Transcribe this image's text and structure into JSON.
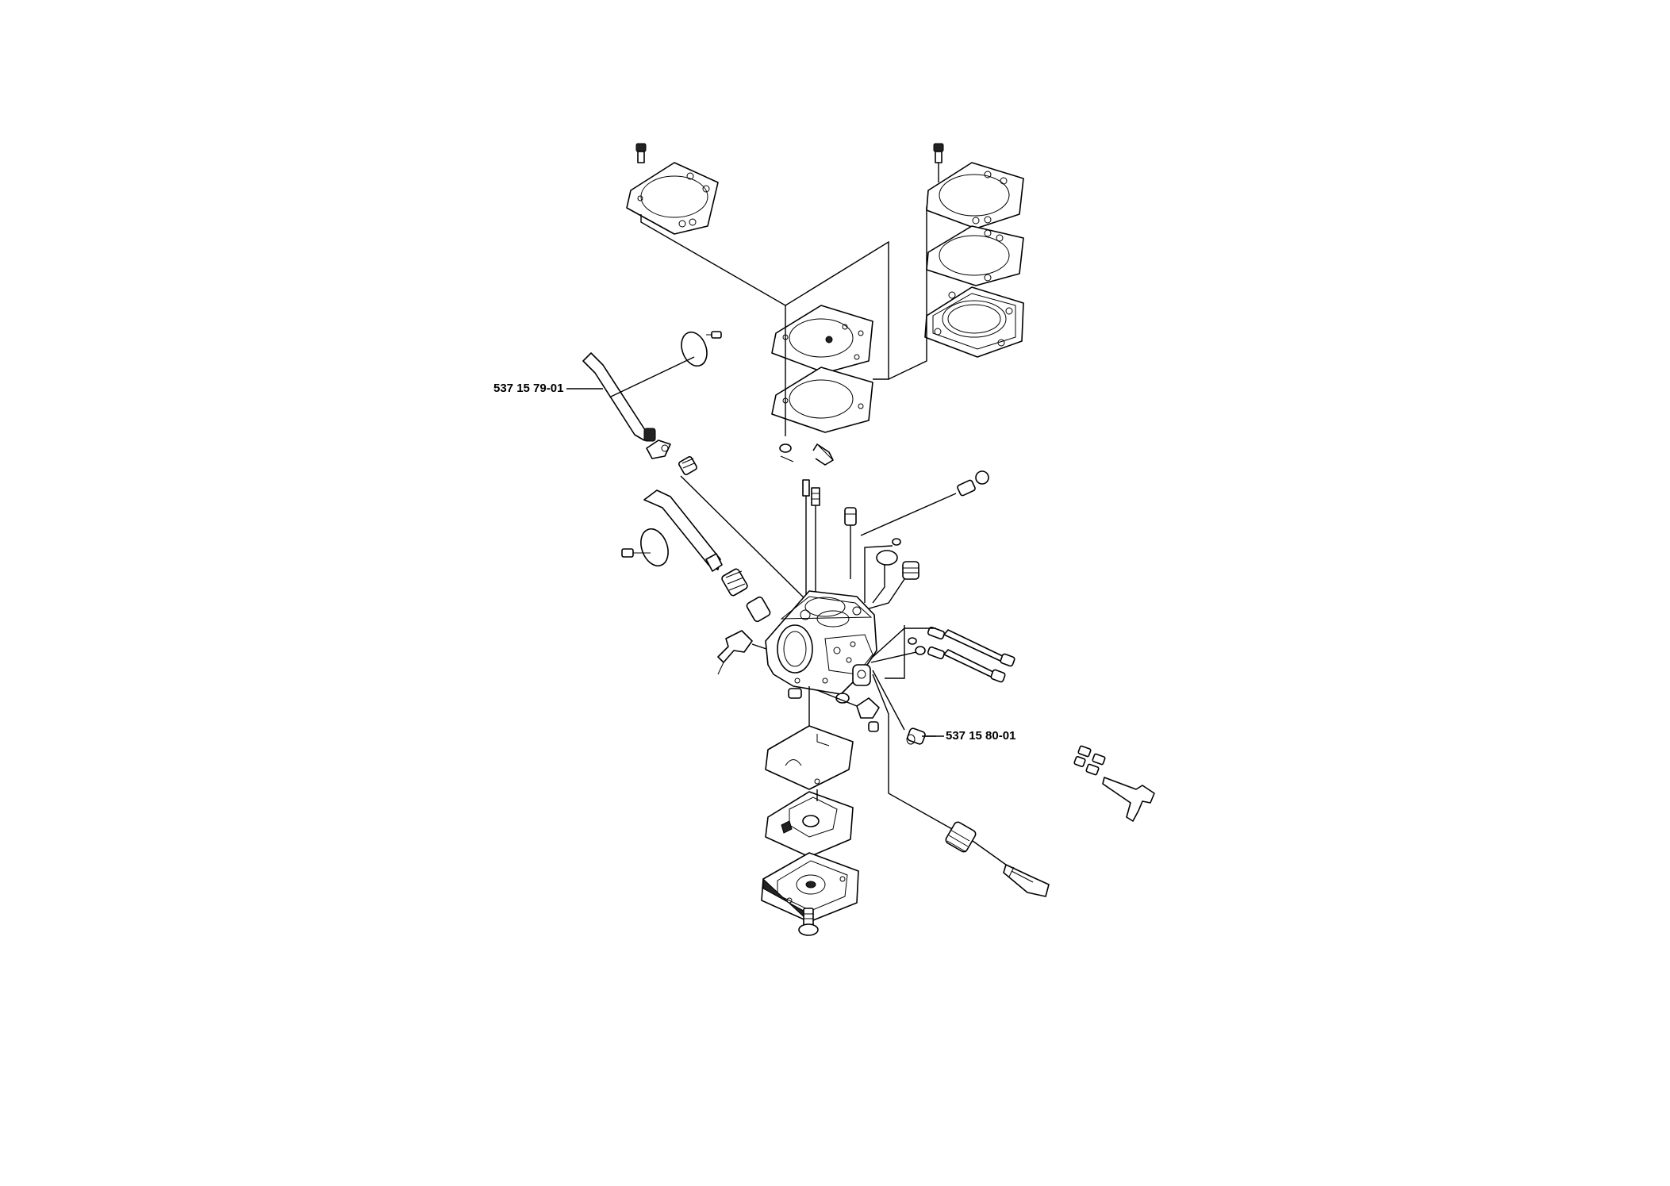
{
  "diagram": {
    "labels": [
      {
        "id": "part-a",
        "text": "537 15 79-01"
      },
      {
        "id": "part-b",
        "text": "537 15 80-01"
      }
    ]
  }
}
